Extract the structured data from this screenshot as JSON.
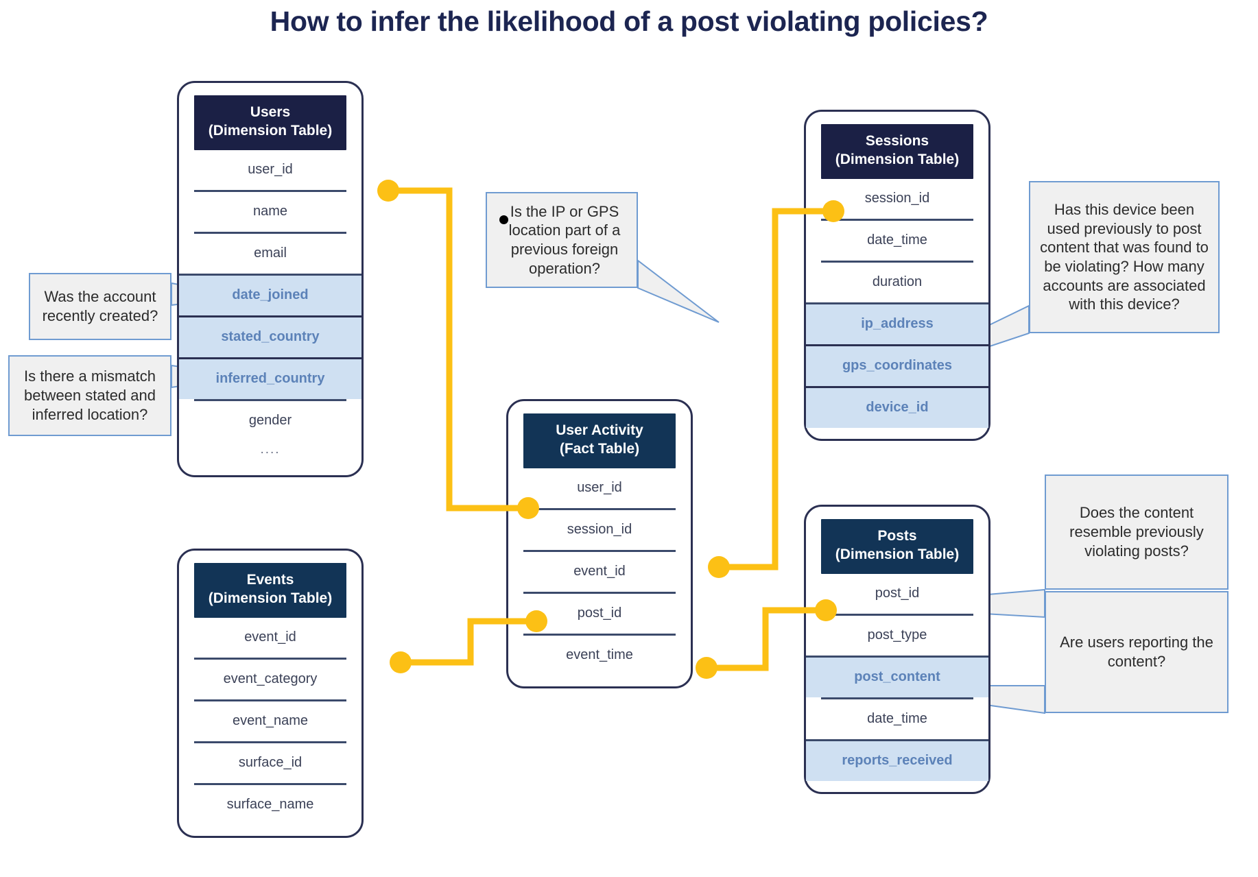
{
  "title": "How to infer the likelihood of a post violating policies?",
  "colors": {
    "header_navy": "#1b2045",
    "header_deep": "#123456",
    "card_border": "#2b3052",
    "highlight_bg": "#cfe0f2",
    "highlight_text": "#5c82b8",
    "link_yellow": "#fcc015",
    "callout_bg": "#f0f0f0",
    "callout_border": "#6f9bd1",
    "title_color": "#1c2551"
  },
  "tables": [
    {
      "id": "users",
      "name": "Users",
      "subtitle": "(Dimension Table)",
      "fields": [
        {
          "label": "user_id",
          "highlight": false
        },
        {
          "label": "name",
          "highlight": false
        },
        {
          "label": "email",
          "highlight": false
        },
        {
          "label": "date_joined",
          "highlight": true
        },
        {
          "label": "stated_country",
          "highlight": true
        },
        {
          "label": "inferred_country",
          "highlight": true
        },
        {
          "label": "gender",
          "highlight": false
        },
        {
          "label": "....",
          "highlight": false
        }
      ]
    },
    {
      "id": "events",
      "name": "Events",
      "subtitle": "(Dimension Table)",
      "fields": [
        {
          "label": "event_id",
          "highlight": false
        },
        {
          "label": "event_category",
          "highlight": false
        },
        {
          "label": "event_name",
          "highlight": false
        },
        {
          "label": "surface_id",
          "highlight": false
        },
        {
          "label": "surface_name",
          "highlight": false
        }
      ]
    },
    {
      "id": "user-activity",
      "name": "User Activity",
      "subtitle": "(Fact Table)",
      "fields": [
        {
          "label": "user_id",
          "highlight": false
        },
        {
          "label": "session_id",
          "highlight": false
        },
        {
          "label": "event_id",
          "highlight": false
        },
        {
          "label": "post_id",
          "highlight": false
        },
        {
          "label": "event_time",
          "highlight": false
        }
      ]
    },
    {
      "id": "sessions",
      "name": "Sessions",
      "subtitle": "(Dimension Table)",
      "fields": [
        {
          "label": "session_id",
          "highlight": false
        },
        {
          "label": "date_time",
          "highlight": false
        },
        {
          "label": "duration",
          "highlight": false
        },
        {
          "label": "ip_address",
          "highlight": true
        },
        {
          "label": "gps_coordinates",
          "highlight": true
        },
        {
          "label": "device_id",
          "highlight": true
        }
      ]
    },
    {
      "id": "posts",
      "name": "Posts",
      "subtitle": "(Dimension Table)",
      "fields": [
        {
          "label": "post_id",
          "highlight": false
        },
        {
          "label": "post_type",
          "highlight": false
        },
        {
          "label": "post_content",
          "highlight": true
        },
        {
          "label": "date_time",
          "highlight": false
        },
        {
          "label": "reports_received",
          "highlight": true
        }
      ]
    }
  ],
  "callouts": [
    {
      "id": "account-recent",
      "text": "Was the account recently created?",
      "points_to": "users.date_joined"
    },
    {
      "id": "location-mismatch",
      "text": "Is there a mismatch between stated and inferred location?",
      "points_to": "users.inferred_country"
    },
    {
      "id": "ip-gps-foreign",
      "text": "Is the IP or GPS location part of a previous foreign operation?",
      "points_to": "sessions.ip_address"
    },
    {
      "id": "device-history",
      "text": "Has this device been used previously to post content that was found to be violating? How many accounts are associated with this device?",
      "points_to": "sessions.device_id"
    },
    {
      "id": "content-resemble",
      "text": "Does the content resemble previously violating posts?",
      "points_to": "posts.post_content"
    },
    {
      "id": "user-reports",
      "text": "Are users reporting the content?",
      "points_to": "posts.reports_received"
    }
  ],
  "relationships": [
    {
      "from": "users.user_id",
      "to": "user-activity.user_id"
    },
    {
      "from": "events.event_id",
      "to": "user-activity.event_id"
    },
    {
      "from": "user-activity.session_id",
      "to": "sessions.session_id"
    },
    {
      "from": "user-activity.post_id",
      "to": "posts.post_id"
    }
  ]
}
